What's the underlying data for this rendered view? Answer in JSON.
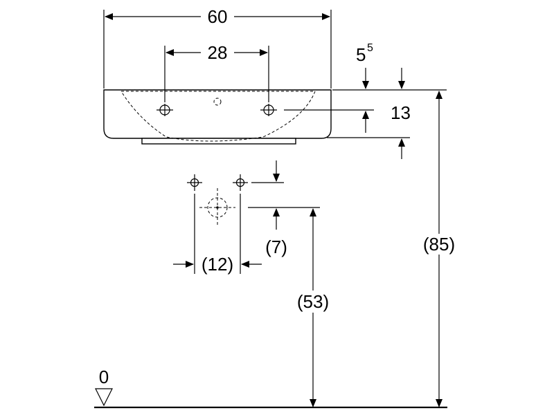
{
  "diagram": {
    "labels": {
      "width_total": "60",
      "tap_spacing": "28",
      "rim_thickness": "5",
      "rim_thickness_sup": "5",
      "basin_depth": "13",
      "overall_height": "(85)",
      "drain_height": "(53)",
      "supply_offset": "(7)",
      "supply_spacing": "(12)",
      "floor_level": "0"
    },
    "colors": {
      "line": "#000000",
      "background": "#ffffff"
    }
  }
}
